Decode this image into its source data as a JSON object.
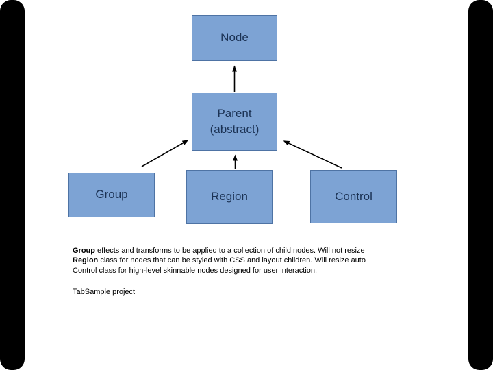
{
  "slide": {
    "background_color": "#ffffff",
    "frame_bar_color": "#000000"
  },
  "diagram": {
    "box_fill_color": "#7da3d4",
    "box_border_color": "#4e73a4",
    "label_color": "#1b3254",
    "arrow_color": "#000000",
    "nodes": [
      {
        "id": "node",
        "label": "Node"
      },
      {
        "id": "parent",
        "label": "Parent",
        "label2": "(abstract)"
      },
      {
        "id": "group",
        "label": "Group"
      },
      {
        "id": "region",
        "label": "Region"
      },
      {
        "id": "control",
        "label": "Control"
      }
    ],
    "arrows": [
      {
        "from": "parent",
        "to": "node"
      },
      {
        "from": "group",
        "to": "parent"
      },
      {
        "from": "region",
        "to": "parent"
      },
      {
        "from": "control",
        "to": "parent"
      }
    ]
  },
  "notes": {
    "line1_bold": "Group",
    "line1_rest": " effects and transforms to be applied to a collection of child nodes. Will not resize",
    "line2_bold": "Region",
    "line2_rest": " class for nodes that can be styled with CSS and layout children. Will resize auto",
    "line3": "Control class for high-level skinnable nodes designed for user interaction."
  },
  "footer": {
    "caption": "TabSample project"
  }
}
